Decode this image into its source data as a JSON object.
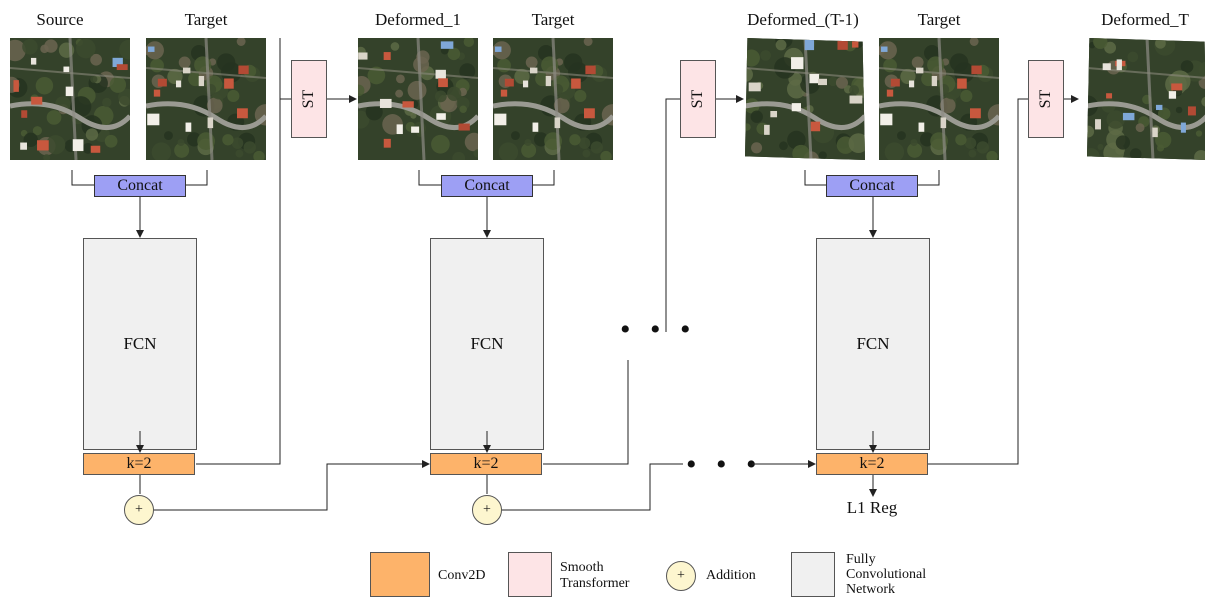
{
  "image_labels": {
    "source": "Source",
    "target_1": "Target",
    "deformed_1": "Deformed_1",
    "target_2": "Target",
    "deformed_tm1": "Deformed_(T-1)",
    "target_3": "Target",
    "deformed_t": "Deformed_T"
  },
  "blocks": {
    "concat": "Concat",
    "fcn": "FCN",
    "conv": "k=2",
    "st": "ST",
    "add": "+",
    "ellipsis": "• • •",
    "output": "L1 Reg"
  },
  "legend": {
    "conv": "Conv2D",
    "st_line1": "Smooth",
    "st_line2": "Transformer",
    "add_symbol": "+",
    "add": "Addition",
    "fcn_line1": "Fully",
    "fcn_line2": "Convolutional",
    "fcn_line3": "Network"
  },
  "colors": {
    "concat": "#9d9ff4",
    "conv": "#fdb36a",
    "st": "#fde4e6",
    "add": "#fdf6cf",
    "fcn": "#f0f0f0"
  }
}
